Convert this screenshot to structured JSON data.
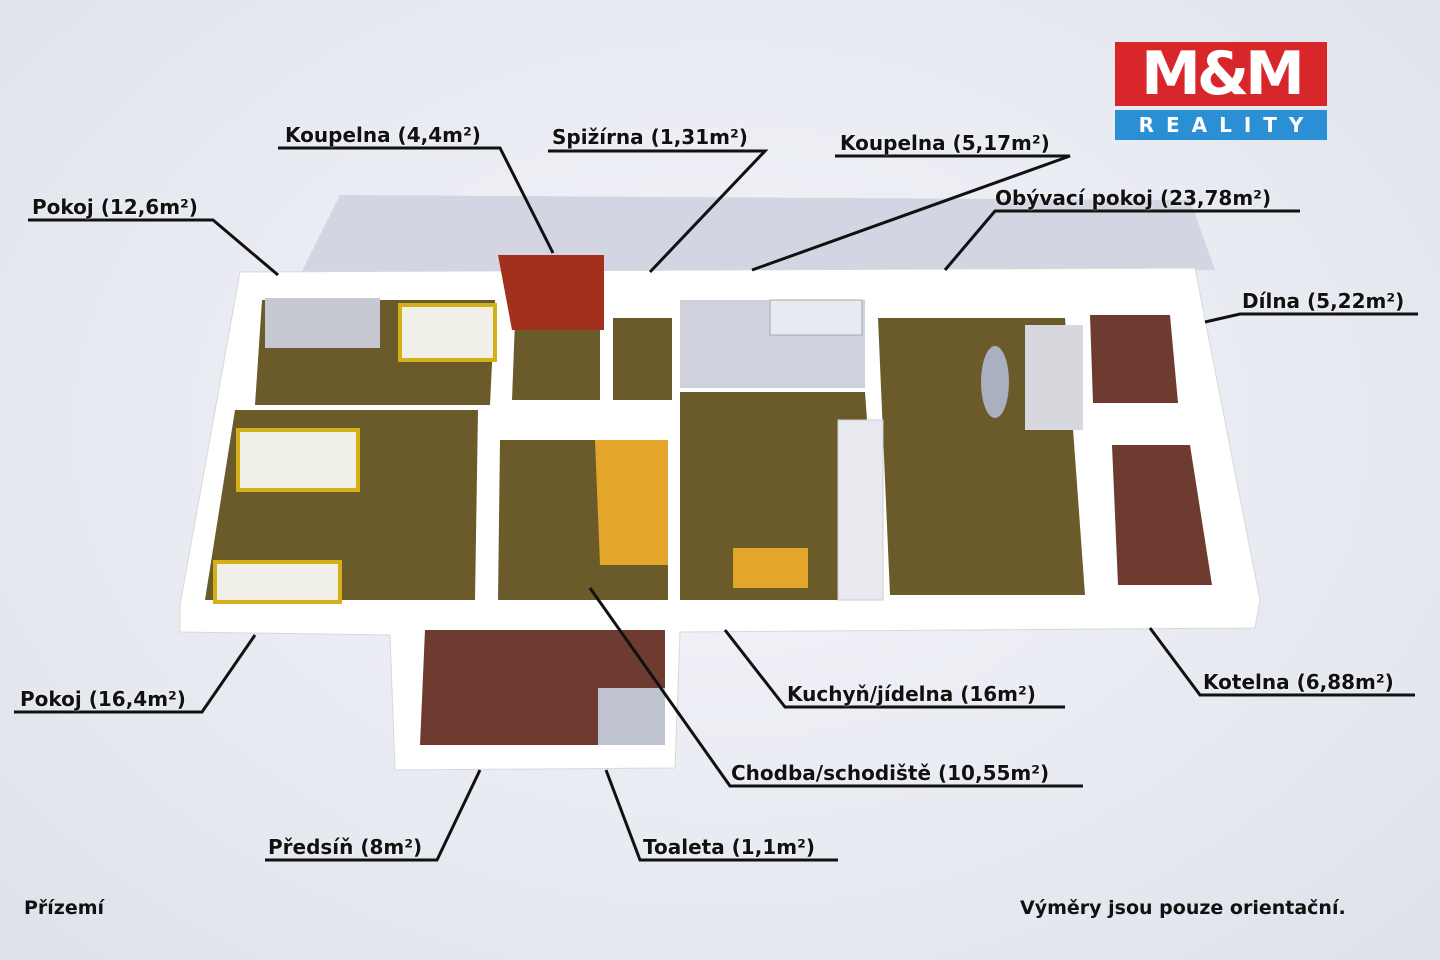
{
  "logo": {
    "brand": "M&M",
    "sub": "REALITY"
  },
  "rooms": [
    {
      "id": "koupelna-1",
      "label": "Koupelna (4,4m²)"
    },
    {
      "id": "spizirna",
      "label": "Spižírna (1,31m²)"
    },
    {
      "id": "koupelna-2",
      "label": "Koupelna (5,17m²)"
    },
    {
      "id": "obyvaci-pokoj",
      "label": "Obývací pokoj (23,78m²)"
    },
    {
      "id": "pokoj-1",
      "label": "Pokoj (12,6m²)"
    },
    {
      "id": "dilna",
      "label": "Dílna (5,22m²)"
    },
    {
      "id": "pokoj-2",
      "label": "Pokoj (16,4m²)"
    },
    {
      "id": "kuchyn",
      "label": "Kuchyň/jídelna (16m²)"
    },
    {
      "id": "kotelna",
      "label": "Kotelna (6,88m²)"
    },
    {
      "id": "chodba",
      "label": "Chodba/schodiště (10,55m²)"
    },
    {
      "id": "predsin",
      "label": "Předsíň (8m²)"
    },
    {
      "id": "toaleta",
      "label": "Toaleta (1,1m²)"
    }
  ],
  "footer": {
    "floor": "Přízemí",
    "note": "Výměry jsou pouze orientační."
  },
  "colors": {
    "floor": "#6b5a2a",
    "tile": "#6e3b30",
    "wall": "#ffffff",
    "accent": "#d9262b",
    "blue": "#2a8fd4"
  }
}
